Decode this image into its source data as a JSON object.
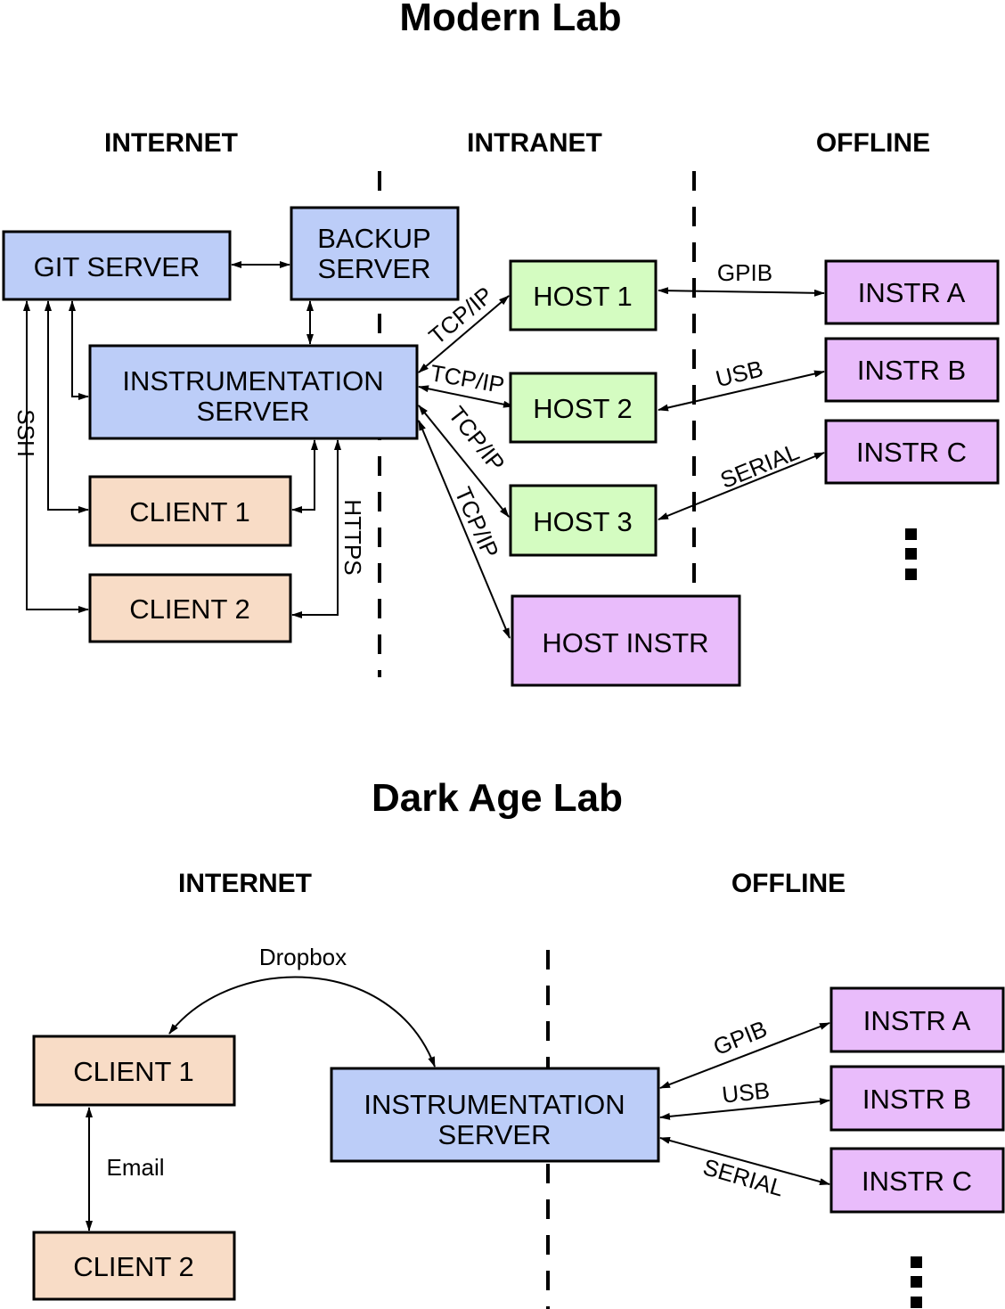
{
  "modern": {
    "title": "Modern Lab",
    "zones": {
      "internet": "INTERNET",
      "intranet": "INTRANET",
      "offline": "OFFLINE"
    },
    "nodes": {
      "git_server": "GIT SERVER",
      "backup_server_1": "BACKUP",
      "backup_server_2": "SERVER",
      "instr_server_1": "INSTRUMENTATION",
      "instr_server_2": "SERVER",
      "client1": "CLIENT 1",
      "client2": "CLIENT 2",
      "host1": "HOST 1",
      "host2": "HOST 2",
      "host3": "HOST 3",
      "host_instr": "HOST INSTR",
      "instr_a": "INSTR A",
      "instr_b": "INSTR B",
      "instr_c": "INSTR C",
      "more": "⋮"
    },
    "edges": {
      "ssh": "SSH",
      "https": "HTTPS",
      "tcp1": "TCP/IP",
      "tcp2": "TCP/IP",
      "tcp3": "TCP/IP",
      "tcp4": "TCP/IP",
      "gpib": "GPIB",
      "usb": "USB",
      "serial": "SERIAL"
    }
  },
  "dark": {
    "title": "Dark Age Lab",
    "zones": {
      "internet": "INTERNET",
      "offline": "OFFLINE"
    },
    "nodes": {
      "client1": "CLIENT 1",
      "client2": "CLIENT 2",
      "instr_server_1": "INSTRUMENTATION",
      "instr_server_2": "SERVER",
      "instr_a": "INSTR A",
      "instr_b": "INSTR B",
      "instr_c": "INSTR C",
      "more": "⋮"
    },
    "edges": {
      "dropbox": "Dropbox",
      "email": "Email",
      "gpib": "GPIB",
      "usb": "USB",
      "serial": "SERIAL"
    }
  },
  "colors": {
    "server_blue": "#bccdf8",
    "client_peach": "#f8dcc6",
    "host_green": "#d4fcc1",
    "instr_purple": "#e9bcfb"
  }
}
